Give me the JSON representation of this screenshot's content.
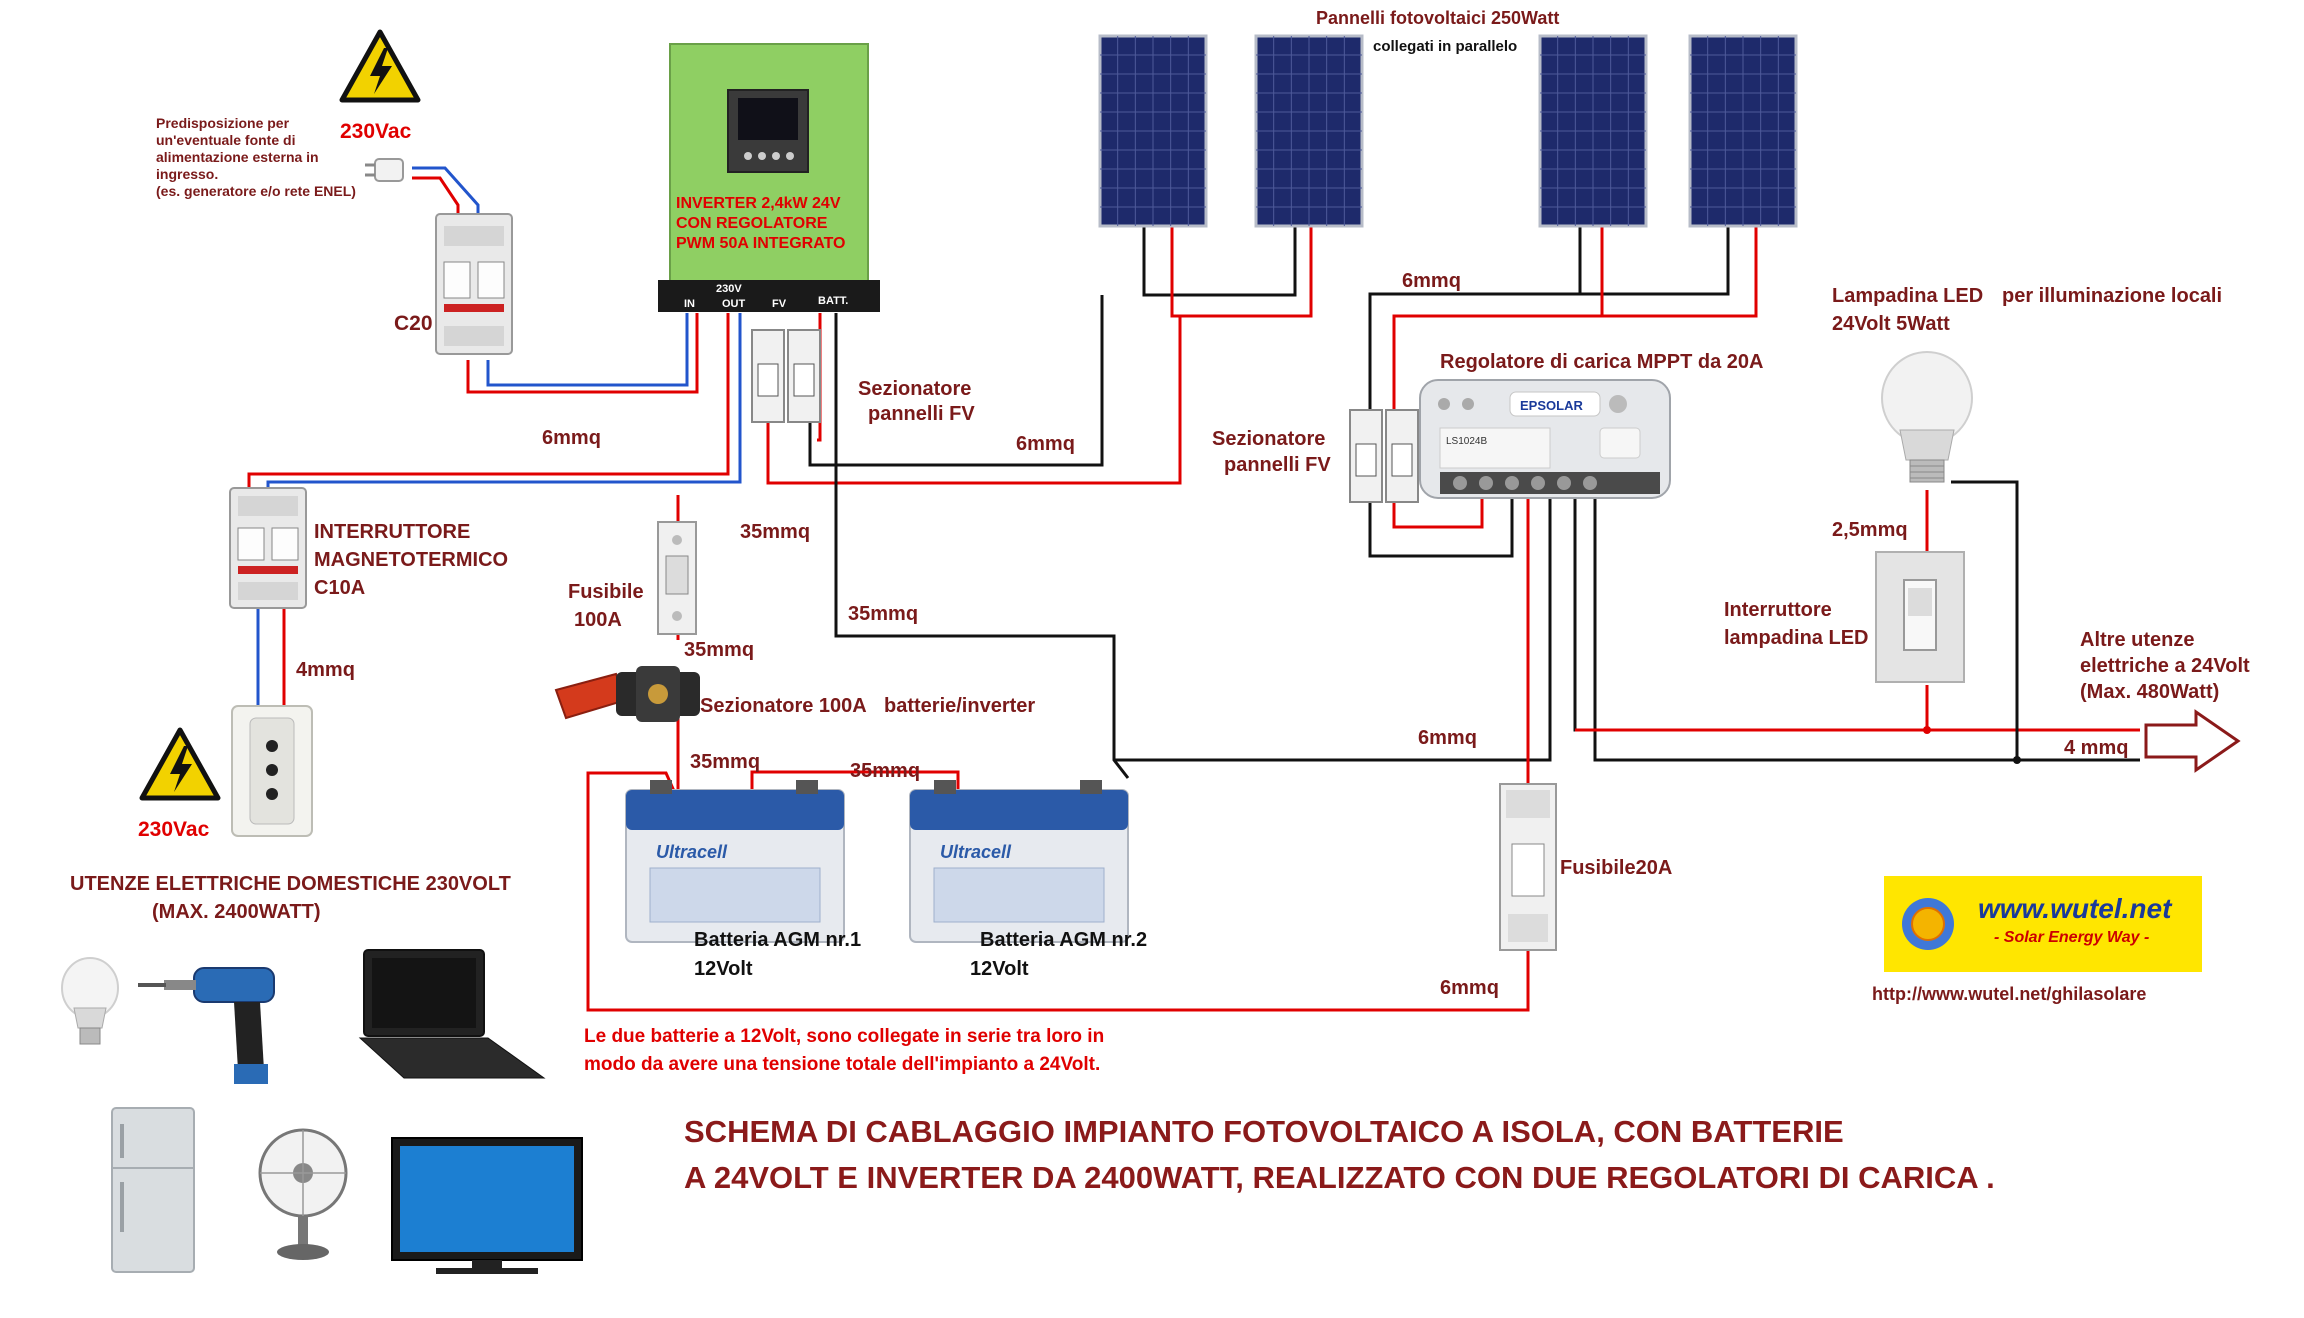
{
  "colors": {
    "positive_wire": "#e00000",
    "negative_wire": "#111111",
    "neutral_wire": "#2255cc",
    "label_dark_red": "#7a1a1a",
    "label_red": "#e00000",
    "inverter_green": "#8fcf63",
    "panel_blue": "#1e2a6b",
    "battery_blue": "#2b5aa8",
    "warning_yellow": "#f2d200",
    "logo_yellow": "#ffe600",
    "logo_blue": "#1a3a9a"
  },
  "icons": [
    "warning-triangle-icon",
    "plug-icon",
    "led-bulb-icon",
    "drill-icon",
    "laptop-icon",
    "fridge-icon",
    "fan-icon",
    "tv-icon",
    "sun-icon",
    "arrow-right-icon"
  ],
  "warnings": {
    "top_voltage": "230Vac",
    "bottom_voltage": "230Vac"
  },
  "external_source": {
    "line1": "Predisposizione per",
    "line2": "un'eventuale fonte di",
    "line3": "alimentazione esterna in",
    "line4": "ingresso.",
    "line5": "(es. generatore e/o rete ENEL)"
  },
  "breaker_c20": {
    "label": "C20"
  },
  "inverter": {
    "line1": "INVERTER 2,4kW 24V",
    "line2": "CON REGOLATORE",
    "line3": "PWM 50A  INTEGRATO",
    "term_230v": "230V",
    "term_in": "IN",
    "term_out": "OUT",
    "term_fv": "FV",
    "term_batt": "BATT."
  },
  "panels": {
    "title": "Pannelli fotovoltaici 250Watt",
    "subtitle": "collegati in parallelo"
  },
  "wires": {
    "w_6mmq_top": "6mmq",
    "w_6mmq_left": "6mmq",
    "w_6mmq_mid": "6mmq",
    "w_6mmq_right": "6mmq",
    "w_6mmq_bottom": "6mmq",
    "w_35mmq_a": "35mmq",
    "w_35mmq_b": "35mmq",
    "w_35mmq_c": "35mmq",
    "w_35mmq_d": "35mmq",
    "w_35mmq_e": "35mmq",
    "w_4mmq_left": "4mmq",
    "w_25mmq": "2,5mmq",
    "w_4mmq_right": "4 mmq"
  },
  "isolator_fv_left": {
    "line1": "Sezionatore",
    "line2": "pannelli FV"
  },
  "isolator_fv_right": {
    "line1": "Sezionatore",
    "line2": "pannelli FV"
  },
  "breaker_c10": {
    "line1": "INTERRUTTORE",
    "line2": "MAGNETOTERMICO",
    "line3": "C10A"
  },
  "fuse_100a": {
    "line1": "Fusibile",
    "line2": "100A"
  },
  "isolator_100a": {
    "part1": "Sezionatore 100A",
    "part2": "batterie/inverter"
  },
  "mppt": {
    "title": "Regolatore di carica MPPT da 20A",
    "model": "LS1024B",
    "brand": "EPSOLAR"
  },
  "led_lamp": {
    "line1": "Lampadina LED",
    "line1_suffix": "per illuminazione locali",
    "line2": "24Volt 5Watt"
  },
  "led_switch": {
    "line1": "Interruttore",
    "line2": "lampadina LED"
  },
  "other_loads": {
    "line1": "Altre utenze",
    "line2": "elettriche a 24Volt",
    "line3": "(Max. 480Watt)"
  },
  "fuse_20a": {
    "label": "Fusibile20A"
  },
  "battery1": {
    "line1": "Batteria AGM nr.1",
    "line2": "12Volt",
    "brand": "Ultracell"
  },
  "battery2": {
    "line1": "Batteria AGM nr.2",
    "line2": "12Volt",
    "brand": "Ultracell"
  },
  "battery_note": {
    "line1": "Le due batterie a 12Volt, sono collegate in serie tra loro in",
    "line2": "modo da avere una tensione totale dell'impianto a 24Volt."
  },
  "domestic_loads": {
    "line1": "UTENZE ELETTRICHE DOMESTICHE 230VOLT",
    "line2": "(MAX. 2400WATT)"
  },
  "logo": {
    "url": "www.wutel.net",
    "tagline": "- Solar Energy Way -",
    "link": "http://www.wutel.net/ghilasolare"
  },
  "title": {
    "line1": "SCHEMA DI CABLAGGIO IMPIANTO FOTOVOLTAICO A ISOLA, CON BATTERIE",
    "line2": "A 24VOLT E INVERTER DA 2400WATT, REALIZZATO CON  DUE REGOLATORI DI CARICA ."
  }
}
